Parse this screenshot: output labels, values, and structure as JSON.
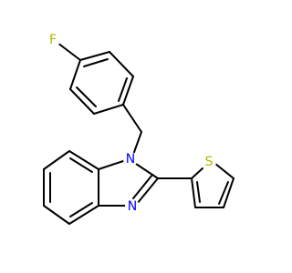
{
  "atoms": {
    "fluorine": {
      "symbol": "F",
      "color": "#b3b300"
    },
    "nitrogen_1": {
      "symbol": "N",
      "color": "#0000ff"
    },
    "nitrogen_3": {
      "symbol": "N",
      "color": "#0000ff"
    },
    "sulfur": {
      "symbol": "S",
      "color": "#b3b300"
    }
  },
  "bond_color": "#000000"
}
